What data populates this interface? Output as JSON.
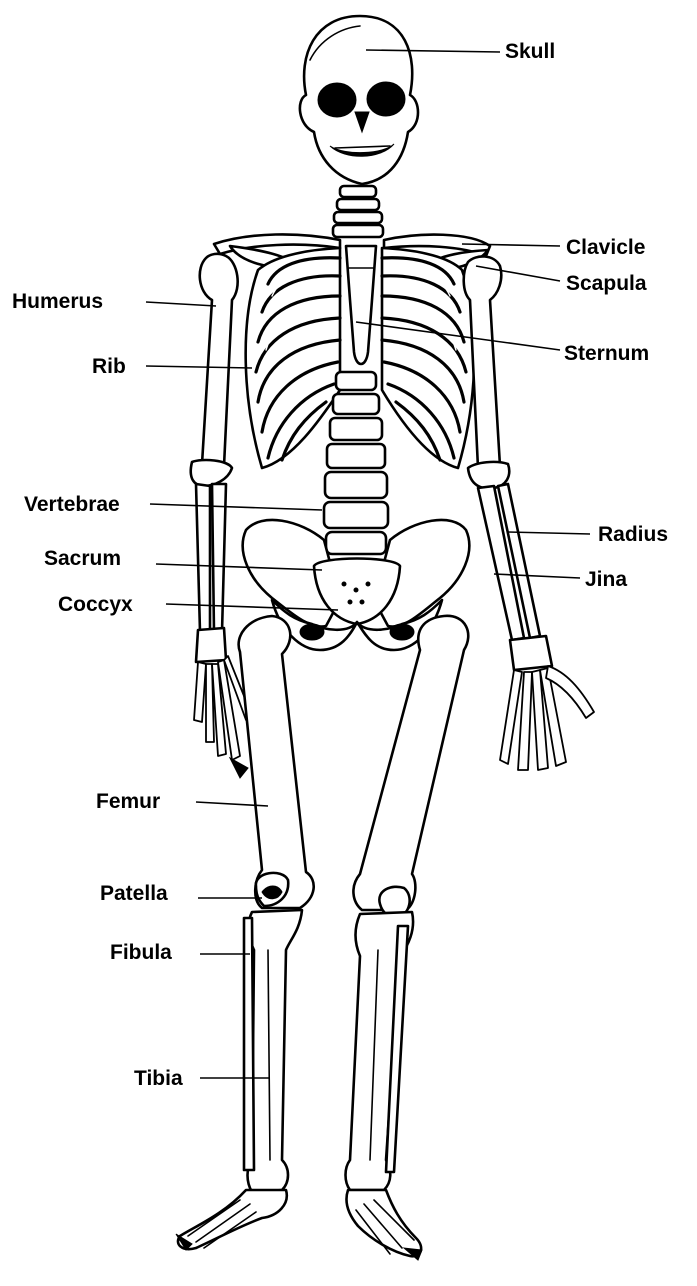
{
  "labels": {
    "skull": "Skull",
    "clavicle": "Clavicle",
    "scapula": "Scapula",
    "humerus": "Humerus",
    "sternum": "Sternum",
    "rib": "Rib",
    "vertebrae": "Vertebrae",
    "radius": "Radius",
    "sacrum": "Sacrum",
    "ulna": "Jina",
    "coccyx": "Coccyx",
    "femur": "Femur",
    "patella": "Patella",
    "fibula": "Fibula",
    "tibia": "Tibia"
  },
  "colors": {
    "ink": "#000000",
    "paper": "#ffffff"
  }
}
